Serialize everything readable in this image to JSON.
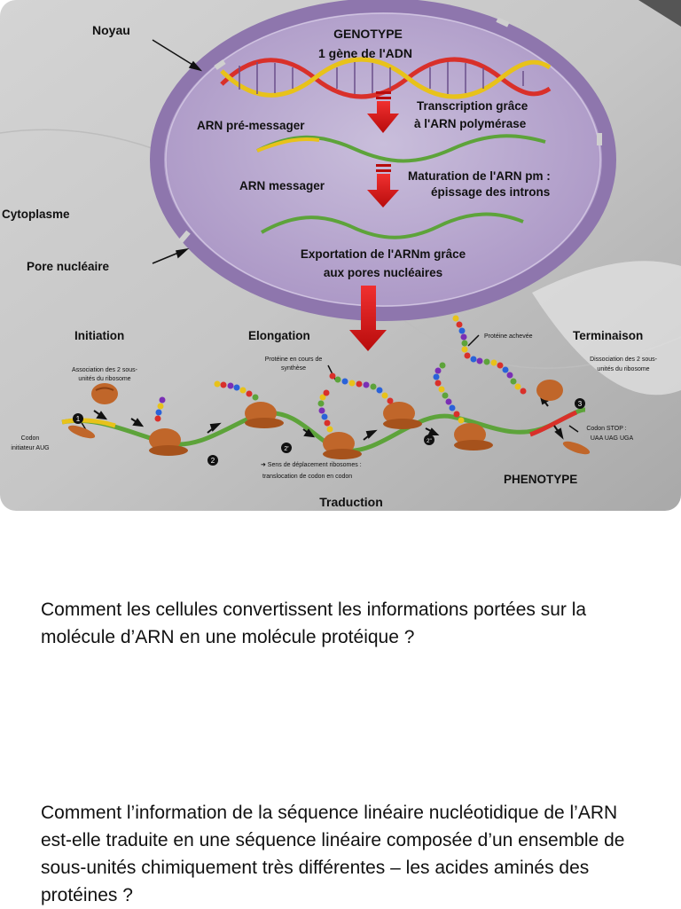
{
  "diagram": {
    "labels": {
      "noyau": "Noyau",
      "genotype": "GENOTYPE",
      "gene": "1 gène de l'ADN",
      "transcription_1": "Transcription grâce",
      "transcription_2": "à l'ARN polymérase",
      "pre_messager": "ARN pré-messager",
      "messager": "ARN messager",
      "maturation_1": "Maturation de l'ARN pm :",
      "maturation_2": "épissage des introns",
      "cytoplasme": "Cytoplasme",
      "pore": "Pore nucléaire",
      "export_1": "Exportation de l'ARNm grâce",
      "export_2": "aux pores nucléaires",
      "initiation": "Initiation",
      "elongation": "Elongation",
      "terminaison": "Terminaison",
      "assoc_1": "Association des 2 sous-",
      "assoc_2": "unités du ribosome",
      "proteine_synth_1": "Protéine en cours de",
      "proteine_synth_2": "synthèse",
      "proteine_achevee": "Protéine achevée",
      "dissoc_1": "Dissociation des 2 sous-",
      "dissoc_2": "unités du ribosome",
      "codon_init_1": "Codon",
      "codon_init_2": "initiateur AUG",
      "codon_stop_1": "Codon STOP :",
      "codon_stop_2": "UAA UAG UGA",
      "sens_1": "➜ Sens de déplacement ribosomes :",
      "sens_2": "translocation de codon en codon",
      "phenotype": "PHENOTYPE",
      "traduction": "Traduction",
      "step_1": "1",
      "step_2": "2",
      "step_2a": "2'",
      "step_2b": "2''",
      "step_3": "3"
    },
    "colors": {
      "nucleus": "#b9a7cf",
      "nucleus_border": "#9a82b8",
      "arrow": "#e01818",
      "ribosome": "#c0662a",
      "mrna": "#5da33a",
      "dna_red": "#d9302a",
      "dna_yellow": "#e8c21a"
    }
  },
  "questions": {
    "q1": "Comment les cellules convertissent les informations portées sur la molécule d’ARN en une molécule protéique ?",
    "q2": "Comment l’information de la séquence linéaire nucléotidique de l’ARN est-elle traduite en une séquence linéaire composée d’un ensemble de sous-unités chimiquement très différentes – les acides aminés des protéines ?"
  }
}
